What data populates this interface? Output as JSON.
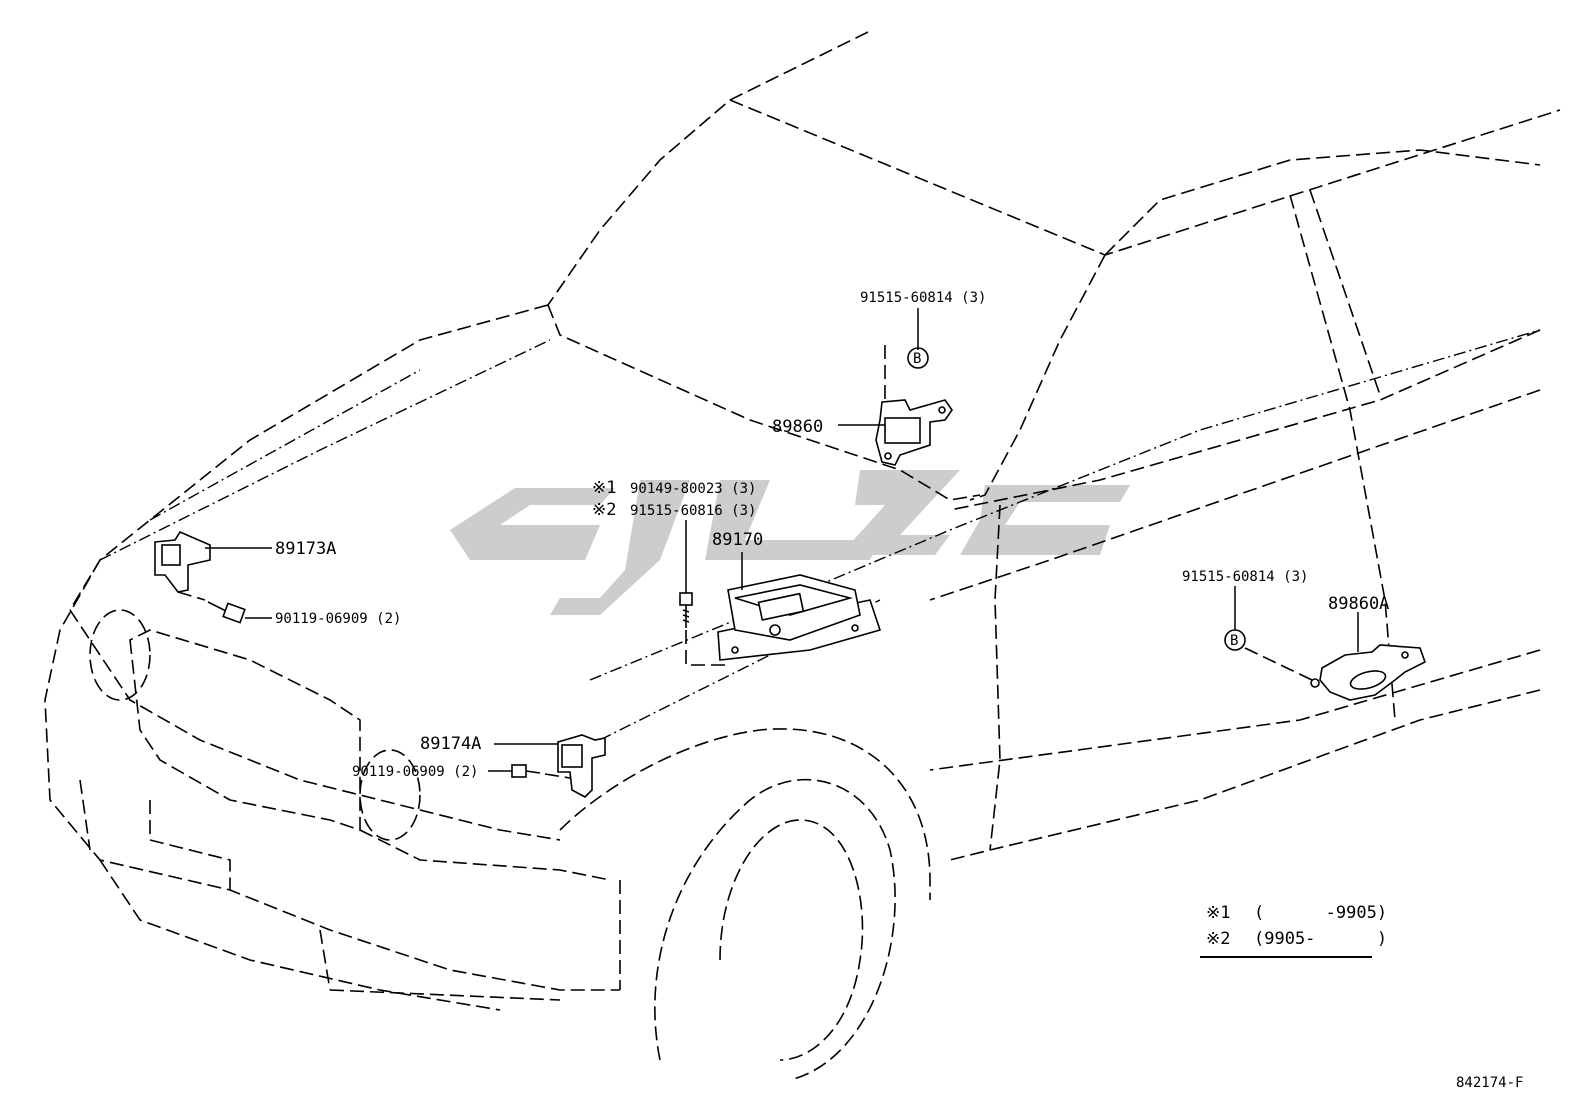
{
  "callouts": {
    "p89860": "89860",
    "p89860_bolt": "91515-60814 (3)",
    "p89173A": "89173A",
    "p89173A_bolt": "90119-06909 (2)",
    "p89170": "89170",
    "p89170_bolt1_mark": "※1",
    "p89170_bolt1": "90149-80023 (3)",
    "p89170_bolt2_mark": "※2",
    "p89170_bolt2": "91515-60816 (3)",
    "p89174A": "89174A",
    "p89174A_bolt": "90119-06909 (2)",
    "p89860A": "89860A",
    "p89860A_bolt": "91515-60814 (3)",
    "ref_b1": "B",
    "ref_b2": "B"
  },
  "legend": {
    "row1_mark": "※1",
    "row1_text": "(      -9905)",
    "row2_mark": "※2",
    "row2_text": "(9905-      )"
  },
  "figure_code": "842174-F",
  "watermark_color": "#c8c8c8"
}
